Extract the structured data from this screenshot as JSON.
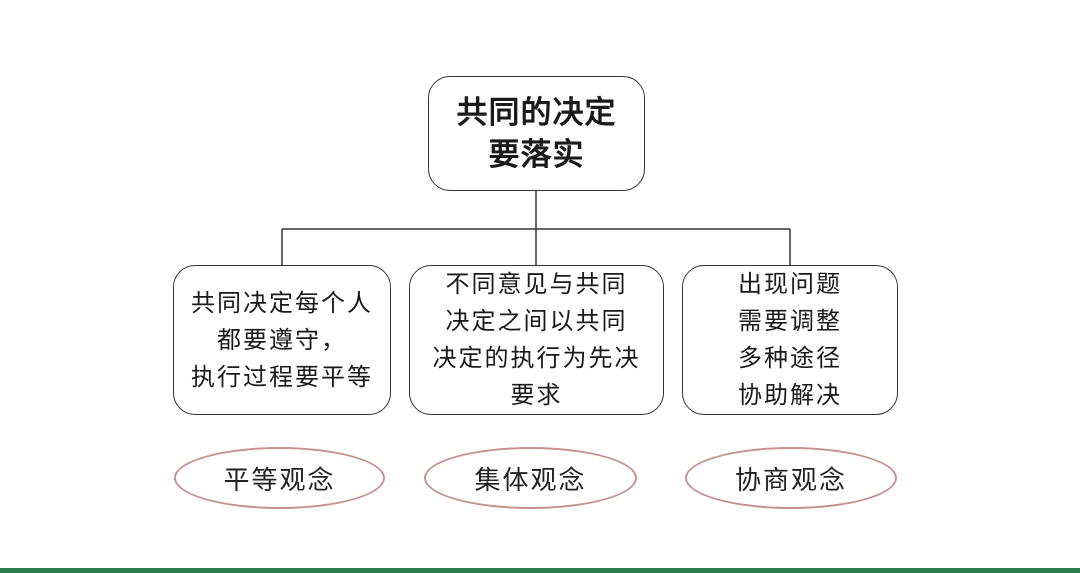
{
  "diagram": {
    "root": "共同的决定\n要落实",
    "children": [
      "共同决定每个人\n都要遵守，\n执行过程要平等",
      "不同意见与共同\n决定之间以共同\n决定的执行为先决\n要求",
      "出现问题\n需要调整\n多种途径\n协助解决"
    ],
    "concepts": [
      "平等观念",
      "集体观念",
      "协商观念"
    ]
  },
  "colors": {
    "box_border": "#333333",
    "concept_border": "#c79090",
    "bottom_rule": "#2e7d4f"
  }
}
